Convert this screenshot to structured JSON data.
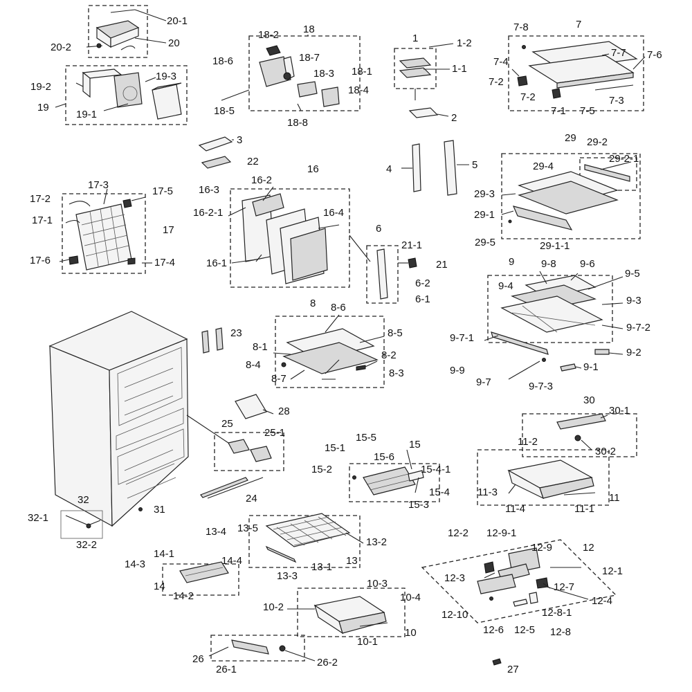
{
  "labels": {
    "l20_1": "20-1",
    "l20": "20",
    "l20_2": "20-2",
    "l19_3": "19-3",
    "l19_2": "19-2",
    "l19": "19",
    "l19_1": "19-1",
    "l18": "18",
    "l18_2": "18-2",
    "l18_7": "18-7",
    "l18_6": "18-6",
    "l18_3": "18-3",
    "l18_1": "18-1",
    "l18_4": "18-4",
    "l18_5": "18-5",
    "l18_8": "18-8",
    "l1": "1",
    "l1_2": "1-2",
    "l1_1": "1-1",
    "l2": "2",
    "l7_8": "7-8",
    "l7": "7",
    "l7_7": "7-7",
    "l7_6": "7-6",
    "l7_4": "7-4",
    "l7_2a": "7-2",
    "l7_2b": "7-2",
    "l7_3": "7-3",
    "l7_1": "7-1",
    "l7_5": "7-5",
    "l3": "3",
    "l22": "22",
    "l4": "4",
    "l5": "5",
    "l29": "29",
    "l29_2": "29-2",
    "l29_2_1": "29-2-1",
    "l29_4": "29-4",
    "l29_3": "29-3",
    "l29_1": "29-1",
    "l29_5": "29-5",
    "l29_1_1": "29-1-1",
    "l16": "16",
    "l16_2": "16-2",
    "l16_3": "16-3",
    "l16_2_1": "16-2-1",
    "l16_4": "16-4",
    "l16_1": "16-1",
    "l17_3": "17-3",
    "l17_2": "17-2",
    "l17_5": "17-5",
    "l17_1": "17-1",
    "l17": "17",
    "l17_6": "17-6",
    "l17_4": "17-4",
    "l6": "6",
    "l21_1": "21-1",
    "l21": "21",
    "l6_2": "6-2",
    "l6_1": "6-1",
    "l9": "9",
    "l9_8": "9-8",
    "l9_6": "9-6",
    "l9_5": "9-5",
    "l9_4": "9-4",
    "l9_3": "9-3",
    "l9_7_2": "9-7-2",
    "l9_7_1": "9-7-1",
    "l9_2": "9-2",
    "l9_9": "9-9",
    "l9_1": "9-1",
    "l9_7": "9-7",
    "l9_7_3": "9-7-3",
    "l8": "8",
    "l8_6": "8-6",
    "l8_5": "8-5",
    "l8_1": "8-1",
    "l8_2": "8-2",
    "l8_4": "8-4",
    "l8_7": "8-7",
    "l8_3": "8-3",
    "l23": "23",
    "l28": "28",
    "l25": "25",
    "l25_1": "25-1",
    "l30": "30",
    "l30_1": "30-1",
    "l30_2": "30-2",
    "l15": "15",
    "l15_5": "15-5",
    "l15_1": "15-1",
    "l15_6": "15-6",
    "l15_2": "15-2",
    "l15_4_1": "15-4-1",
    "l15_4": "15-4",
    "l15_3": "15-3",
    "l11_2": "11-2",
    "l11_3": "11-3",
    "l11": "11",
    "l11_4": "11-4",
    "l11_1": "11-1",
    "l24": "24",
    "l32": "32",
    "l32_1": "32-1",
    "l32_2": "32-2",
    "l31": "31",
    "l13_5": "13-5",
    "l13_4": "13-4",
    "l13_2": "13-2",
    "l13": "13",
    "l13_1": "13-1",
    "l13_3": "13-3",
    "l12_2": "12-2",
    "l12_9_1": "12-9-1",
    "l12_9": "12-9",
    "l12": "12",
    "l12_1": "12-1",
    "l12_3": "12-3",
    "l12_7": "12-7",
    "l12_4": "12-4",
    "l12_8_1": "12-8-1",
    "l12_10": "12-10",
    "l12_6": "12-6",
    "l12_5": "12-5",
    "l12_8": "12-8",
    "l14_1": "14-1",
    "l14_3": "14-3",
    "l14_4": "14-4",
    "l14": "14",
    "l14_2": "14-2",
    "l10_3": "10-3",
    "l10_4": "10-4",
    "l10_2": "10-2",
    "l10": "10",
    "l10_1": "10-1",
    "l26": "26",
    "l26_1": "26-1",
    "l26_2": "26-2",
    "l27": "27"
  }
}
